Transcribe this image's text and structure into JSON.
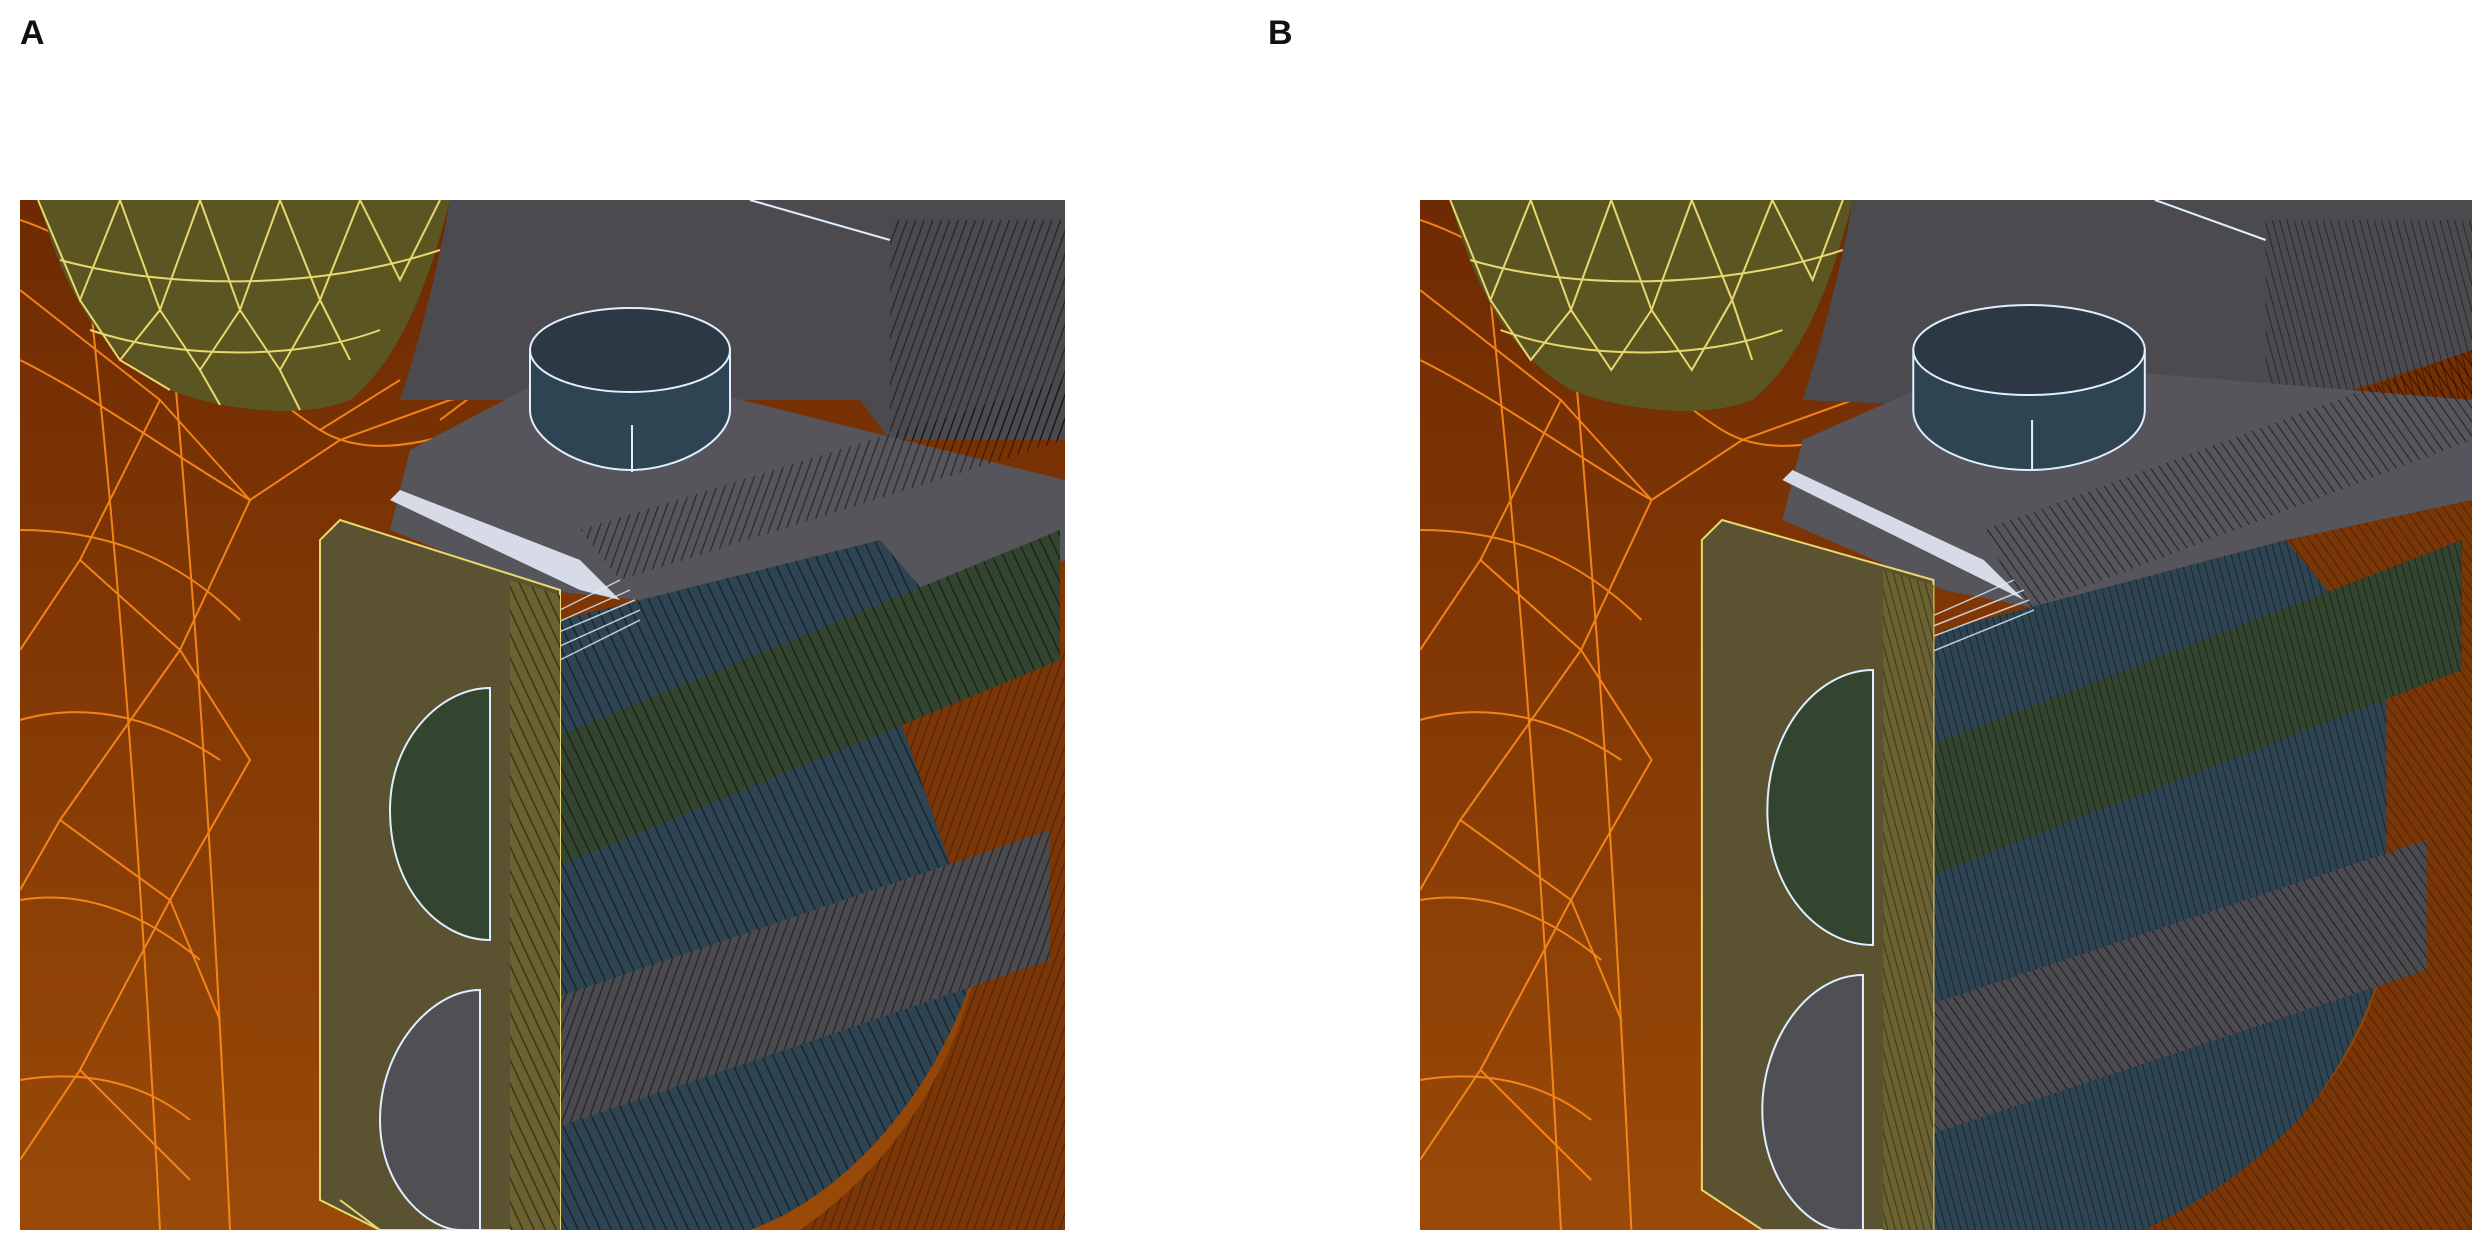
{
  "panels": [
    {
      "label": "A"
    },
    {
      "label": "B"
    }
  ],
  "colors": {
    "background": "#ffffff",
    "bone_fill": "#7a3606",
    "bone_mesh": "#ff8c1a",
    "implant_fill": "#5b5522",
    "implant_mesh": "#e8d870",
    "grey_component": "#4b4b4f",
    "blue_component": "#2e4452",
    "green_screw": "#33442f",
    "plate": "#5a5230",
    "edge_white": "#dfefff"
  },
  "icons": {
    "panel_a": "cad-cross-section-render",
    "panel_b": "cad-cross-section-render"
  }
}
